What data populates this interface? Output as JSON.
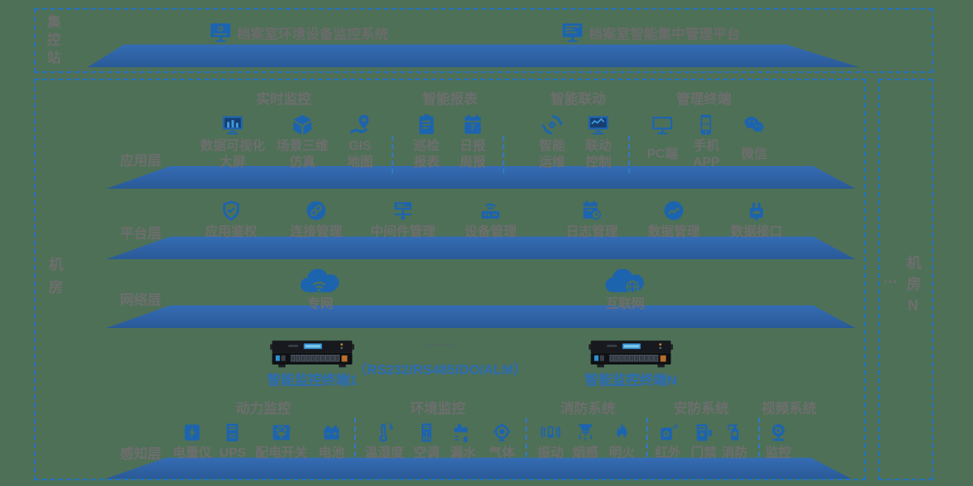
{
  "colors": {
    "background": "#4E7057",
    "icon_blue": "#1D64AF",
    "slab_blue": "#2F63A6",
    "border_blue": "#2372C3",
    "text_gray": "#6E6E6E",
    "text_blue": "#2A6CB5"
  },
  "top_box": {
    "side_label": "集控站",
    "systems": [
      {
        "label": "档案室环境设备监控系统"
      },
      {
        "label": "档案室智能集中管理平台"
      }
    ]
  },
  "right_box": {
    "dots": "…",
    "side_label": "机房N"
  },
  "main_box": {
    "side_label": "机房",
    "app_layer": {
      "name": "应用层",
      "group_titles": [
        "实时监控",
        "智能报表",
        "智能联动",
        "管理终端"
      ],
      "items": [
        {
          "lines": [
            "数据可视化",
            "大屏"
          ]
        },
        {
          "lines": [
            "场景三维",
            "仿真"
          ]
        },
        {
          "lines": [
            "GIS",
            "地图"
          ]
        },
        {
          "lines": [
            "巡检",
            "报表"
          ]
        },
        {
          "lines": [
            "日报",
            "周报"
          ]
        },
        {
          "lines": [
            "智能",
            "运维"
          ]
        },
        {
          "lines": [
            "联动",
            "控制"
          ]
        },
        {
          "lines": [
            "PC端"
          ]
        },
        {
          "lines": [
            "手机",
            "APP"
          ]
        },
        {
          "lines": [
            "微信"
          ]
        }
      ]
    },
    "platform_layer": {
      "name": "平台层",
      "items": [
        "应用鉴权",
        "连接管理",
        "中间件管理",
        "设备管理",
        "日志管理",
        "数据管理",
        "数据接口"
      ]
    },
    "network_layer": {
      "name": "网络层",
      "items": [
        "专网",
        "互联网"
      ]
    },
    "devices": {
      "device1": "智能监控终端1",
      "dots": "……",
      "bus": "（RS232/RS485/DO/ALM）",
      "deviceN": "智能监控终端N"
    },
    "sense_layer": {
      "name": "感知层",
      "group_titles": [
        "动力监控",
        "环境监控",
        "消防系统",
        "安防系统",
        "视频系统"
      ],
      "items": [
        "电量仪",
        "UPS",
        "配电开关",
        "电池",
        "温湿度",
        "空调",
        "漏水",
        "气体",
        "振动",
        "烟感",
        "明火",
        "红外",
        "门禁",
        "消防",
        "监控"
      ]
    }
  }
}
